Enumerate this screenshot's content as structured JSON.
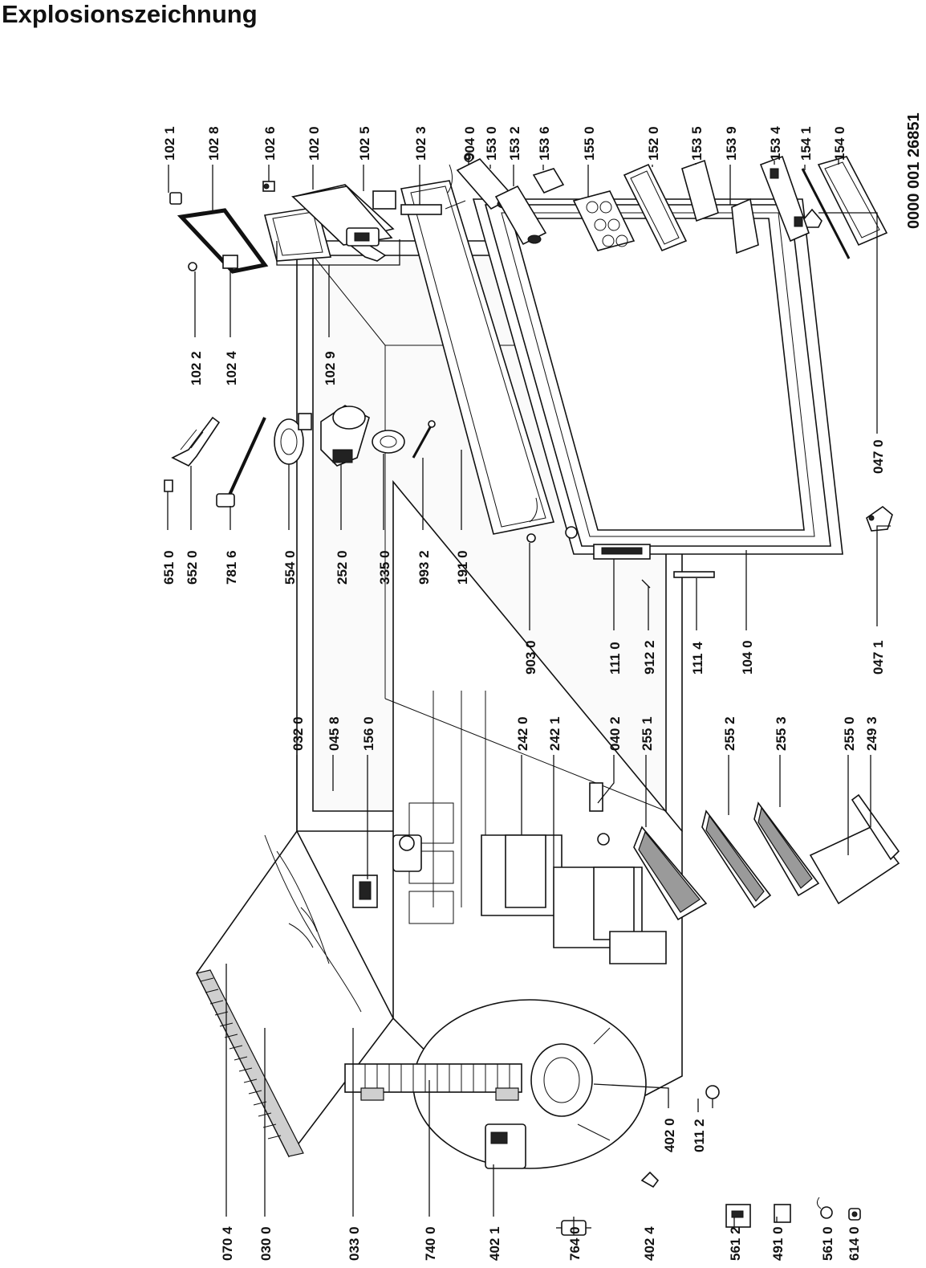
{
  "title": "Explosionszeichnung",
  "document_number": "0000 001 26851",
  "labels": {
    "l0704": "070 4",
    "l0300": "030 0",
    "l0330": "033 0",
    "l7400": "740 0",
    "l4021": "402 1",
    "l7640": "764 0",
    "l4024": "402 4",
    "l5612": "561 2",
    "l4910": "491 0",
    "l5610": "561 0",
    "l6140": "614 0",
    "l0320": "032 0",
    "l0458": "045 8",
    "l1560": "156 0",
    "l2420": "242 0",
    "l2421": "242 1",
    "l0402": "040 2",
    "l2551": "255 1",
    "l2552": "255 2",
    "l2553": "255 3",
    "l2550": "255 0",
    "l2493": "249 3",
    "l4020": "402 0",
    "l0112": "011 2",
    "l6510": "651 0",
    "l6520": "652 0",
    "l7816": "781 6",
    "l5540": "554 0",
    "l2520": "252 0",
    "l3350": "335 0",
    "l9932": "993 2",
    "l1910": "191 0",
    "l9030": "903 0",
    "l1110": "111 0",
    "l9122": "912 2",
    "l1114": "111 4",
    "l1040": "104 0",
    "l0471": "047 1",
    "l0470": "047 0",
    "l1022": "102 2",
    "l1024": "102 4",
    "l1029": "102 9",
    "l1021": "102 1",
    "l1028": "102 8",
    "l1026": "102 6",
    "l1020": "102 0",
    "l1025": "102 5",
    "l1023": "102 3",
    "l9040": "904 0",
    "l1530": "153 0",
    "l1532": "153 2",
    "l1536": "153 6",
    "l1550": "155 0",
    "l1520": "152 0",
    "l1535": "153 5",
    "l1539": "153 9",
    "l1534": "153 4",
    "l1541": "154 1",
    "l1540": "154 0"
  },
  "icons": {
    "cabinet": "refrigerator-cabinet-icon",
    "door": "refrigerator-door-icon",
    "compressor": "compressor-icon",
    "shelf": "glass-shelf-icon"
  }
}
